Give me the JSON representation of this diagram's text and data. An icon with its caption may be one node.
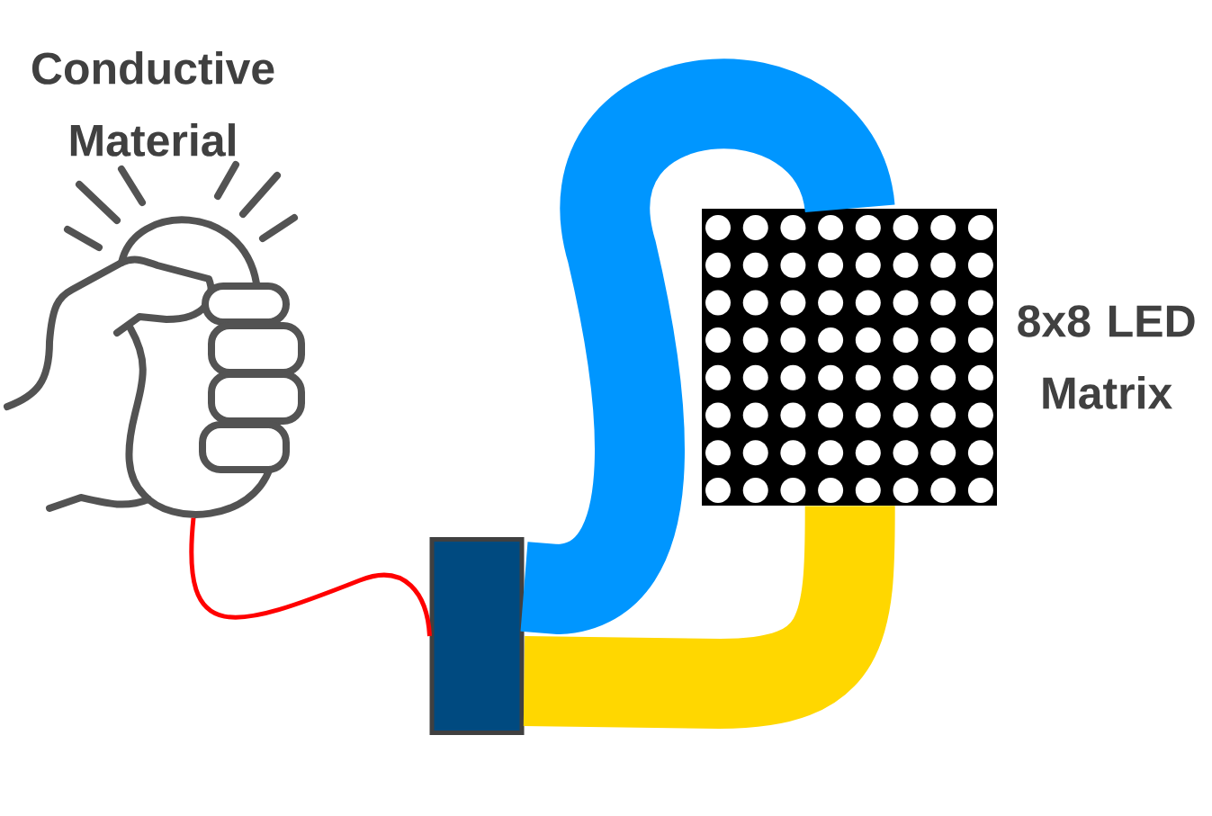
{
  "diagram": {
    "nodes": [
      {
        "text": [
          "Conductive Material"
        ]
      },
      {
        "text": [],
        "shape": "box"
      },
      {
        "text": [
          "8x8 LED Matrix"
        ]
      }
    ],
    "edges": [
      {
        "from": 0,
        "to": 1,
        "arrow": "none",
        "color": "#ff0000"
      },
      {
        "from": 1,
        "to": 2,
        "arrow": "none",
        "color": "#0096ff"
      },
      {
        "from": 1,
        "to": 2,
        "arrow": "none",
        "color": "#ffd700"
      }
    ]
  }
}
